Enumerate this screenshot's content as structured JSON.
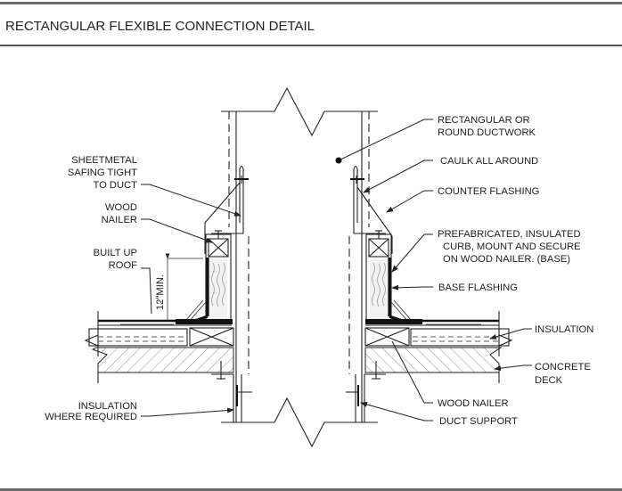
{
  "title": "RECTANGULAR FLEXIBLE CONNECTION DETAIL",
  "labels_left": {
    "sheetmetal_safing": [
      "SHEETMETAL",
      "SAFING TIGHT",
      "TO DUCT"
    ],
    "wood_nailer": [
      "WOOD",
      "NAILER"
    ],
    "built_up_roof": [
      "BUILT UP",
      "ROOF"
    ],
    "insulation_where_required": [
      "INSULATION",
      "WHERE REQUIRED"
    ]
  },
  "labels_right": {
    "ductwork": [
      "RECTANGULAR OR",
      "ROUND DUCTWORK"
    ],
    "caulk": [
      "CAULK ALL AROUND"
    ],
    "counter_flashing": [
      "COUNTER FLASHING"
    ],
    "prefabricated_curb": [
      "PREFABRICATED, INSULATED",
      "CURB, MOUNT AND SECURE",
      "ON WOOD NAILER. (BASE)"
    ],
    "base_flashing": [
      "BASE FLASHING"
    ],
    "insulation": [
      "INSULATION"
    ],
    "concrete_deck": [
      "CONCRETE",
      "DECK"
    ],
    "wood_nailer": [
      "WOOD NAILER"
    ],
    "duct_support": [
      "DUCT SUPPORT"
    ]
  },
  "dimension": "12\"MIN."
}
